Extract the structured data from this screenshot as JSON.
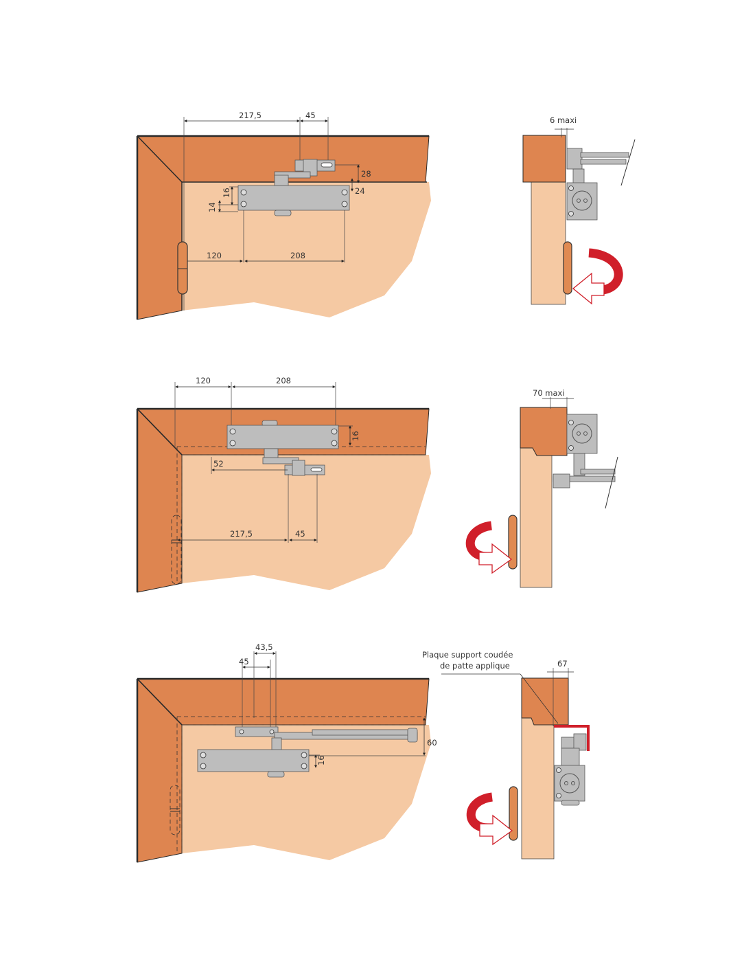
{
  "colors": {
    "frame": "#de8550",
    "door": "#f5c9a3",
    "hardware": "#bdbdbd",
    "arrow": "#d01f2a"
  },
  "panel1": {
    "front": {
      "d_217_5": "217,5",
      "d_45": "45",
      "d_28": "28",
      "d_24": "24",
      "d_16": "16",
      "d_14": "14",
      "d_120": "120",
      "d_208": "208"
    },
    "side": {
      "label": "6 maxi"
    }
  },
  "panel2": {
    "front": {
      "d_120": "120",
      "d_208": "208",
      "d_16": "16",
      "d_52": "52",
      "d_217_5": "217,5",
      "d_45": "45"
    },
    "side": {
      "label": "70 maxi"
    }
  },
  "panel3": {
    "front": {
      "d_43_5": "43,5",
      "d_45": "45",
      "d_60": "60",
      "d_16": "16"
    },
    "side": {
      "label": "67",
      "callout_line1": "Plaque support coudée",
      "callout_line2": "de patte applique"
    }
  }
}
